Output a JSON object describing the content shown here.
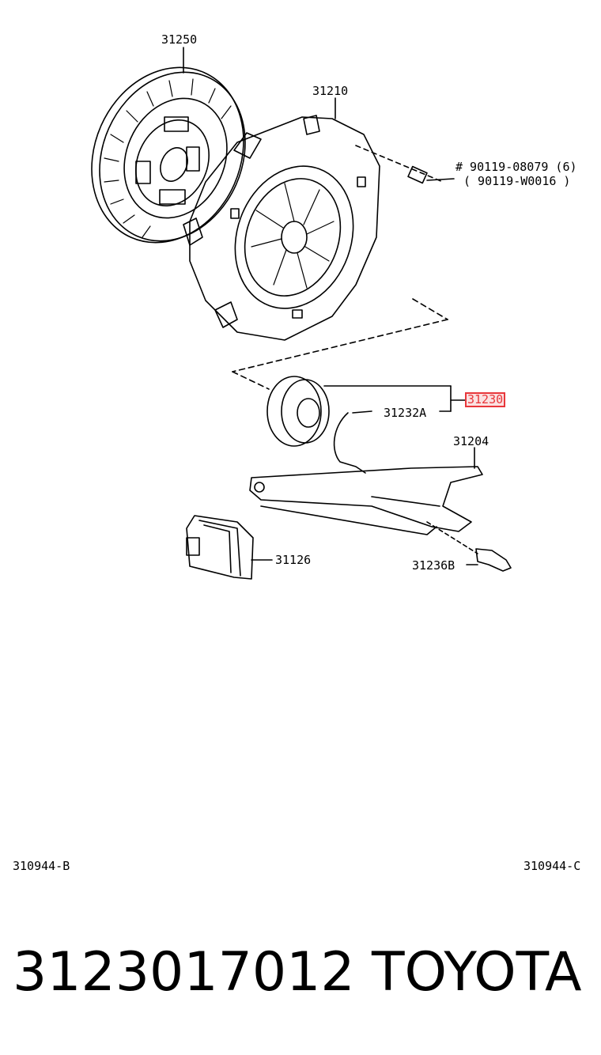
{
  "diagram": {
    "labels": {
      "clutch_disc": "31250",
      "clutch_cover": "31210",
      "bolt_part": "# 90119-08079 (6)",
      "bolt_alt": "( 90119-W0016 )",
      "release_bearing": "31230",
      "bearing_clip": "31232A",
      "release_fork": "31204",
      "fork_boot": "31126",
      "fork_support": "31236B"
    },
    "highlight_color": "#e8373b"
  },
  "footer": {
    "code_left": "310944-B",
    "code_right": "310944-C",
    "part_number": "3123017012",
    "brand": "TOYOTA"
  }
}
